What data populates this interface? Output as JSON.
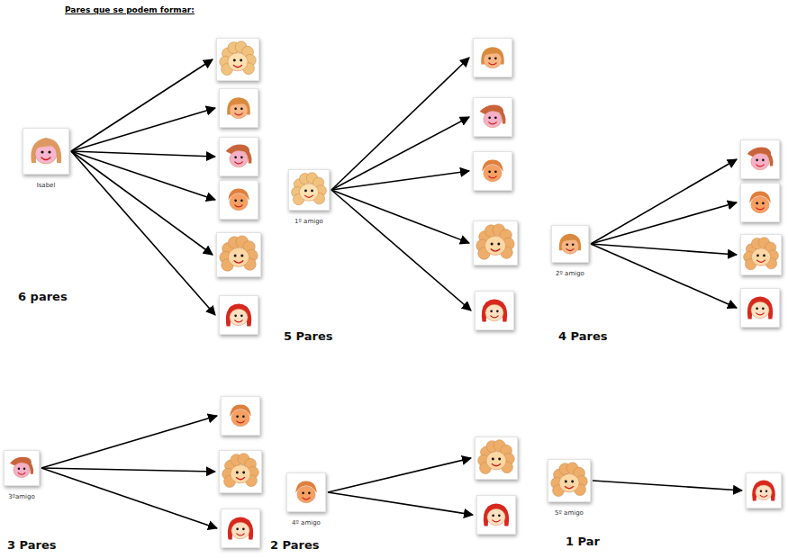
{
  "diagram": {
    "title": "Pares que se podem formar:",
    "nodes": [
      {
        "text": [
          "Isabel"
        ]
      },
      {
        "text": []
      },
      {
        "text": []
      },
      {
        "text": []
      },
      {
        "text": []
      },
      {
        "text": []
      },
      {
        "text": []
      },
      {
        "text": [
          "1º amigo"
        ]
      },
      {
        "text": []
      },
      {
        "text": []
      },
      {
        "text": []
      },
      {
        "text": []
      },
      {
        "text": []
      },
      {
        "text": [
          "2º amigo"
        ]
      },
      {
        "text": []
      },
      {
        "text": []
      },
      {
        "text": []
      },
      {
        "text": []
      },
      {
        "text": [
          "3ºamigo"
        ]
      },
      {
        "text": []
      },
      {
        "text": []
      },
      {
        "text": []
      },
      {
        "text": [
          "4º amigo"
        ]
      },
      {
        "text": []
      },
      {
        "text": []
      },
      {
        "text": [
          "5º amigo"
        ]
      },
      {
        "text": []
      }
    ],
    "edges": [
      {
        "from": 0,
        "to": 1,
        "arrow": "to"
      },
      {
        "from": 0,
        "to": 2,
        "arrow": "to"
      },
      {
        "from": 0,
        "to": 3,
        "arrow": "to"
      },
      {
        "from": 0,
        "to": 4,
        "arrow": "to"
      },
      {
        "from": 0,
        "to": 5,
        "arrow": "to"
      },
      {
        "from": 0,
        "to": 6,
        "arrow": "to"
      },
      {
        "from": 7,
        "to": 8,
        "arrow": "to"
      },
      {
        "from": 7,
        "to": 9,
        "arrow": "to"
      },
      {
        "from": 7,
        "to": 10,
        "arrow": "to"
      },
      {
        "from": 7,
        "to": 11,
        "arrow": "to"
      },
      {
        "from": 7,
        "to": 12,
        "arrow": "to"
      },
      {
        "from": 13,
        "to": 14,
        "arrow": "to"
      },
      {
        "from": 13,
        "to": 15,
        "arrow": "to"
      },
      {
        "from": 13,
        "to": 16,
        "arrow": "to"
      },
      {
        "from": 13,
        "to": 17,
        "arrow": "to"
      },
      {
        "from": 18,
        "to": 19,
        "arrow": "to"
      },
      {
        "from": 18,
        "to": 20,
        "arrow": "to"
      },
      {
        "from": 18,
        "to": 21,
        "arrow": "to"
      },
      {
        "from": 22,
        "to": 23,
        "arrow": "to"
      },
      {
        "from": 22,
        "to": 24,
        "arrow": "to"
      },
      {
        "from": 25,
        "to": 26,
        "arrow": "to"
      }
    ],
    "labels": [
      "6 pares",
      "5 Pares",
      "4 Pares",
      "3 Pares",
      "2 Pares",
      "1 Par"
    ]
  }
}
